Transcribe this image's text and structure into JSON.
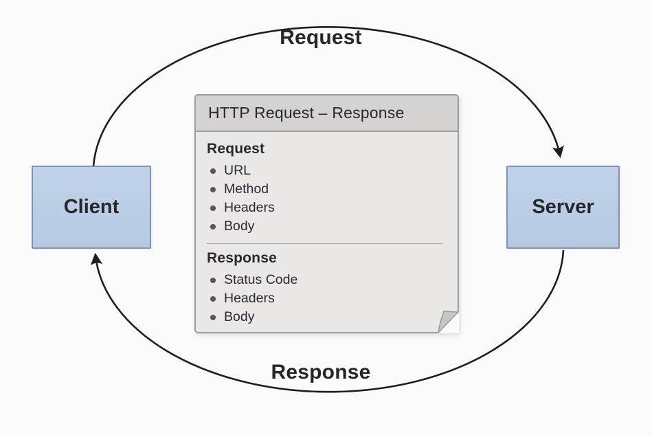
{
  "diagram": {
    "flow_labels": {
      "top": "Request",
      "bottom": "Response"
    },
    "nodes": {
      "client": "Client",
      "server": "Server"
    },
    "panel": {
      "title": "HTTP Request – Response",
      "sections": [
        {
          "heading": "Request",
          "items": [
            "URL",
            "Method",
            "Headers",
            "Body"
          ]
        },
        {
          "heading": "Response",
          "items": [
            "Status Code",
            "Headers",
            "Body"
          ]
        }
      ]
    },
    "colors": {
      "background": "#fafafa",
      "node_fill": "#b8cde4",
      "node_border": "#8093b2",
      "panel_body": "#e9e8e7",
      "panel_header": "#d4d3d2",
      "panel_border": "#9c9b9a",
      "arrow": "#1d1d24",
      "text": "#26262b"
    }
  }
}
